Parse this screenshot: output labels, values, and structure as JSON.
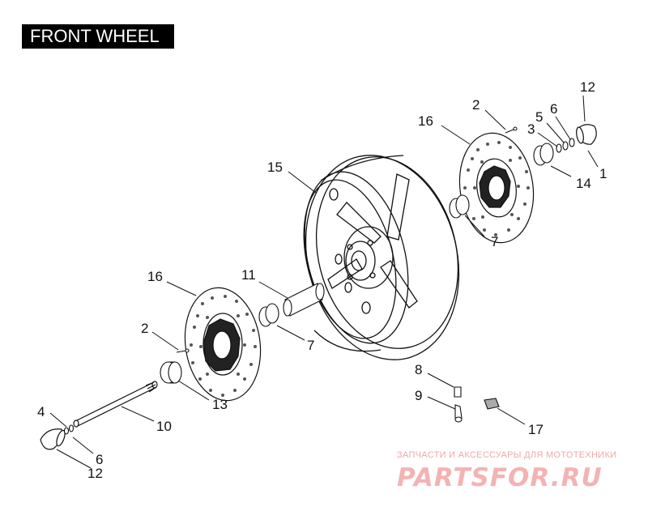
{
  "title": "FRONT WHEEL",
  "callouts": [
    {
      "id": "c12-top",
      "text": "12"
    },
    {
      "id": "c2-top",
      "text": "2"
    },
    {
      "id": "c6-top",
      "text": "6"
    },
    {
      "id": "c16-top",
      "text": "16"
    },
    {
      "id": "c5-top",
      "text": "5"
    },
    {
      "id": "c3-top",
      "text": "3"
    },
    {
      "id": "c1",
      "text": "1"
    },
    {
      "id": "c14",
      "text": "14"
    },
    {
      "id": "c15",
      "text": "15"
    },
    {
      "id": "c7-top",
      "text": "7"
    },
    {
      "id": "c16-left",
      "text": "16"
    },
    {
      "id": "c11",
      "text": "11"
    },
    {
      "id": "c7-mid",
      "text": "7"
    },
    {
      "id": "c2-left",
      "text": "2"
    },
    {
      "id": "c13",
      "text": "13"
    },
    {
      "id": "c8",
      "text": "8"
    },
    {
      "id": "c9",
      "text": "9"
    },
    {
      "id": "c17",
      "text": "17"
    },
    {
      "id": "c10",
      "text": "10"
    },
    {
      "id": "c4",
      "text": "4"
    },
    {
      "id": "c6-bottom",
      "text": "6"
    },
    {
      "id": "c12-bottom",
      "text": "12"
    }
  ],
  "watermark": {
    "tagline": "ЗАПЧАСТИ И АКСЕССУАРЫ ДЛЯ МОТОТЕХНИКИ",
    "brand": "PARTSFOR.RU"
  }
}
